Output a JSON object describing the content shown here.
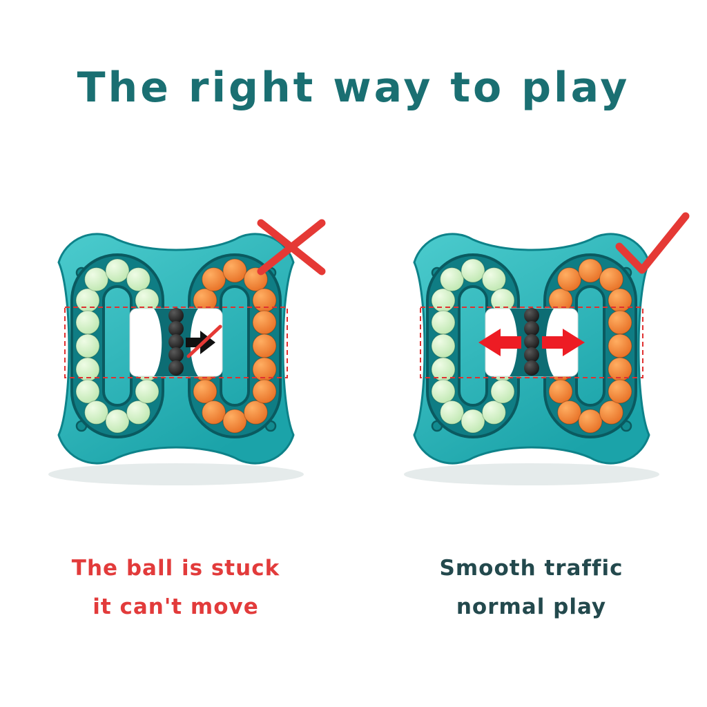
{
  "title": "The right way to play",
  "left": {
    "mark": "cross",
    "caption": {
      "line1": "The ball is stuck",
      "line2": "it can't move"
    }
  },
  "right": {
    "mark": "check",
    "caption": {
      "line1": "Smooth traffic",
      "line2": "normal play"
    }
  },
  "colors": {
    "title_teal": "#1a6f72",
    "body_teal": "#2cb6ba",
    "track_teal": "#0f7d84",
    "track_edge": "#0a5a60",
    "green_bead": "#cdeec4",
    "orange_bead": "#ee7a2f",
    "black_bead": "#111111",
    "mark_red": "#e53935",
    "arrow_red": "#ed1c24",
    "caption_red": "#e23b3b",
    "caption_teal": "#23494d",
    "dashed_box_red": "#e03030",
    "white_panel": "#ffffff"
  }
}
